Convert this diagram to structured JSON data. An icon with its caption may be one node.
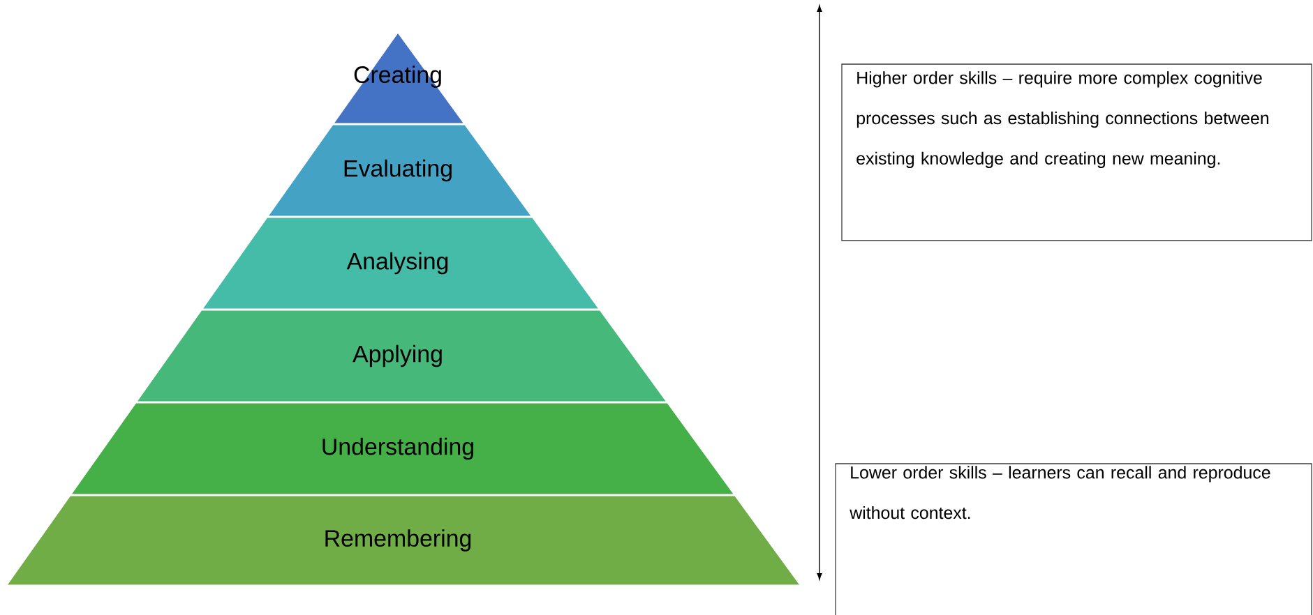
{
  "diagram": {
    "nodes": [
      {
        "text": [
          "Creating"
        ]
      },
      {
        "text": [
          "Evaluating"
        ]
      },
      {
        "text": [
          "Analysing"
        ]
      },
      {
        "text": [
          "Applying"
        ]
      },
      {
        "text": [
          "Understanding"
        ]
      },
      {
        "text": [
          "Remembering"
        ]
      },
      {
        "text": [
          "Higher order skills – require more complex cognitive processes such as establishing connections between existing knowledge and creating new meaning."
        ]
      },
      {
        "text": [
          "Lower order skills – learners can recall and reproduce without context."
        ]
      }
    ]
  }
}
